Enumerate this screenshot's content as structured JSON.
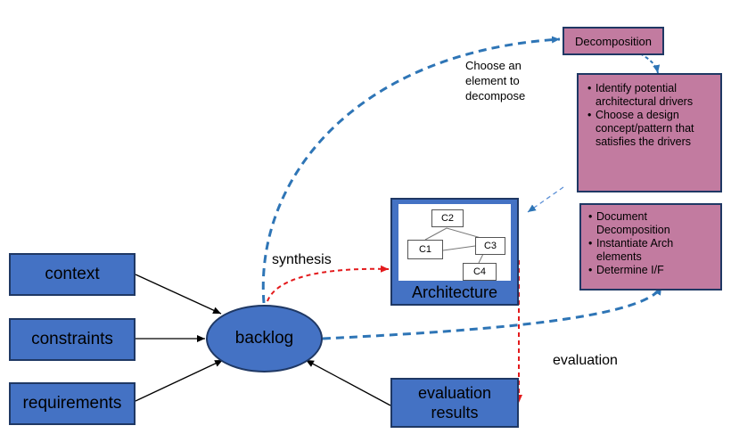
{
  "colors": {
    "input_blue": "#4472c4",
    "activity_pink": "#c27ba0",
    "border_navy": "#1f3864",
    "flow_blue_dashed": "#2e75b6",
    "flow_red_dashed": "#e31a1c"
  },
  "inputs": {
    "context": "context",
    "constraints": "constraints",
    "requirements": "requirements"
  },
  "backlog": "backlog",
  "architecture": {
    "label": "Architecture",
    "components": [
      "C2",
      "C1",
      "C3",
      "C4"
    ]
  },
  "evaluation_results": "evaluation results",
  "decomposition": {
    "title": "Decomposition",
    "steps": [
      "Identify potential architectural drivers",
      "Choose a design concept/pattern that satisfies the drivers"
    ]
  },
  "instantiation": {
    "steps": [
      "Document Decomposition",
      "Instantiate Arch elements",
      "Determine I/F"
    ]
  },
  "annotations": {
    "choose": "Choose an element to decompose",
    "synthesis": "synthesis",
    "evaluation": "evaluation"
  }
}
